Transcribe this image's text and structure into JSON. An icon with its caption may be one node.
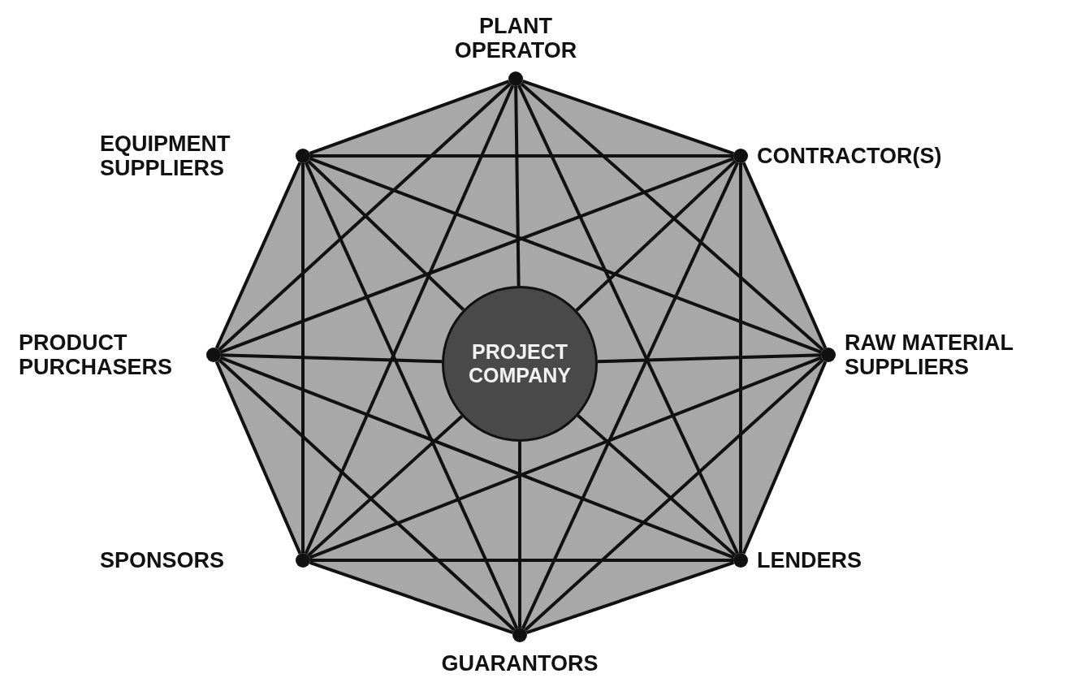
{
  "diagram": {
    "nodes": [
      {
        "text": [],
        "shape": "circle",
        "beside": [
          "PLANT OPERATOR"
        ]
      },
      {
        "text": [],
        "shape": "circle",
        "beside": [
          "EQUIPMENT SUPPLIERS"
        ]
      },
      {
        "text": [],
        "shape": "circle",
        "beside": [
          "CONTRACTOR(S)"
        ]
      },
      {
        "text": [],
        "shape": "circle",
        "beside": [
          "PRODUCT PURCHASERS"
        ]
      },
      {
        "text": [
          "PROJECT COMPANY"
        ]
      },
      {
        "text": [],
        "shape": "circle",
        "beside": [
          "RAW MATERIAL SUPPLIERS"
        ]
      },
      {
        "text": [],
        "shape": "circle",
        "beside": [
          "SPONSORS"
        ]
      },
      {
        "text": [],
        "shape": "circle",
        "beside": [
          "LENDERS"
        ]
      },
      {
        "text": [],
        "shape": "circle",
        "beside": [
          "GUARANTORS"
        ]
      }
    ],
    "edges": [
      {
        "from": 0,
        "to": 1,
        "arrow": "none"
      },
      {
        "from": 0,
        "to": 2,
        "arrow": "none"
      },
      {
        "from": 0,
        "to": 3,
        "arrow": "none"
      },
      {
        "from": 0,
        "to": 4,
        "arrow": "none"
      },
      {
        "from": 0,
        "to": 5,
        "arrow": "none"
      },
      {
        "from": 0,
        "to": 6,
        "arrow": "none"
      },
      {
        "from": 0,
        "to": 7,
        "arrow": "none"
      },
      {
        "from": 1,
        "to": 2,
        "arrow": "none"
      },
      {
        "from": 1,
        "to": 3,
        "arrow": "none"
      },
      {
        "from": 1,
        "to": 4,
        "arrow": "none"
      },
      {
        "from": 1,
        "to": 5,
        "arrow": "none"
      },
      {
        "from": 1,
        "to": 6,
        "arrow": "none"
      },
      {
        "from": 1,
        "to": 8,
        "arrow": "none"
      },
      {
        "from": 2,
        "to": 3,
        "arrow": "none"
      },
      {
        "from": 2,
        "to": 4,
        "arrow": "none"
      },
      {
        "from": 2,
        "to": 5,
        "arrow": "none"
      },
      {
        "from": 2,
        "to": 7,
        "arrow": "none"
      },
      {
        "from": 2,
        "to": 8,
        "arrow": "none"
      },
      {
        "from": 3,
        "to": 4,
        "arrow": "none"
      },
      {
        "from": 3,
        "to": 6,
        "arrow": "none"
      },
      {
        "from": 3,
        "to": 7,
        "arrow": "none"
      },
      {
        "from": 3,
        "to": 8,
        "arrow": "none"
      },
      {
        "from": 4,
        "to": 5,
        "arrow": "none"
      },
      {
        "from": 4,
        "to": 6,
        "arrow": "none"
      },
      {
        "from": 4,
        "to": 7,
        "arrow": "none"
      },
      {
        "from": 4,
        "to": 8,
        "arrow": "none"
      },
      {
        "from": 5,
        "to": 6,
        "arrow": "none"
      },
      {
        "from": 5,
        "to": 7,
        "arrow": "none"
      },
      {
        "from": 5,
        "to": 8,
        "arrow": "none"
      },
      {
        "from": 6,
        "to": 7,
        "arrow": "none"
      },
      {
        "from": 6,
        "to": 8,
        "arrow": "none"
      },
      {
        "from": 7,
        "to": 8,
        "arrow": "none"
      }
    ]
  }
}
